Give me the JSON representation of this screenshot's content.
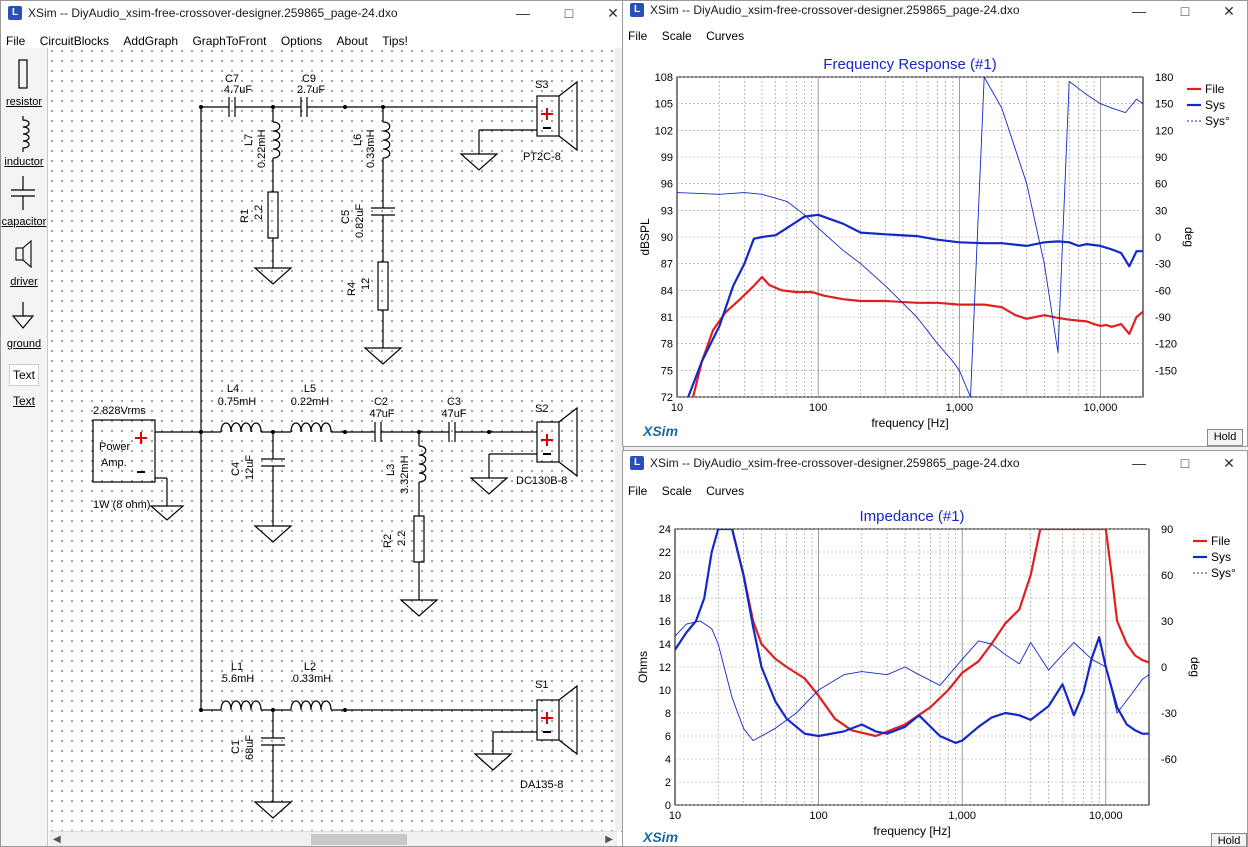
{
  "main_window": {
    "title": "XSim -- DiyAudio_xsim-free-crossover-designer.259865_page-24.dxo",
    "menu": [
      "File",
      "CircuitBlocks",
      "AddGraph",
      "GraphToFront",
      "Options",
      "About",
      "Tips!"
    ],
    "toolbox": [
      {
        "label": "resistor",
        "icon": "resistor-icon"
      },
      {
        "label": "inductor",
        "icon": "inductor-icon"
      },
      {
        "label": "capacitor",
        "icon": "capacitor-icon"
      },
      {
        "label": "driver",
        "icon": "speaker-icon"
      },
      {
        "label": "ground",
        "icon": "ground-icon"
      },
      {
        "label": "Text",
        "icon": "text-icon"
      },
      {
        "label": "Text",
        "icon": "text-link"
      }
    ]
  },
  "schematic": {
    "source": {
      "voltage": "2.828Vrms",
      "line1": "Power",
      "line2": "Amp.",
      "power": "1W (8 ohm)"
    },
    "tweeter": {
      "C7": {
        "name": "C7",
        "value": "4.7uF"
      },
      "C9": {
        "name": "C9",
        "value": "2.7uF"
      },
      "L7": {
        "name": "L7",
        "value": "0.22mH"
      },
      "L6": {
        "name": "L6",
        "value": "0.33mH"
      },
      "R1": {
        "name": "R1",
        "value": "2.2"
      },
      "C5": {
        "name": "C5",
        "value": "0.82uF"
      },
      "R4": {
        "name": "R4",
        "value": "12"
      },
      "driver": {
        "name": "S3",
        "model": "PT2C-8"
      }
    },
    "mid": {
      "L4": {
        "name": "L4",
        "value": "0.75mH"
      },
      "L5": {
        "name": "L5",
        "value": "0.22mH"
      },
      "C2": {
        "name": "C2",
        "value": "47uF"
      },
      "C3": {
        "name": "C3",
        "value": "47uF"
      },
      "C4": {
        "name": "C4",
        "value": "12uF"
      },
      "L3": {
        "name": "L3",
        "value": "3.32mH"
      },
      "R2": {
        "name": "R2",
        "value": "2.2"
      },
      "driver": {
        "name": "S2",
        "model": "DC130B-8"
      }
    },
    "woofer": {
      "L1": {
        "name": "L1",
        "value": "5.6mH"
      },
      "L2": {
        "name": "L2",
        "value": "0.33mH"
      },
      "C1": {
        "name": "C1",
        "value": "68uF"
      },
      "driver": {
        "name": "S1",
        "model": "DA135-8"
      }
    }
  },
  "fr_window": {
    "title": "XSim -- DiyAudio_xsim-free-crossover-designer.259865_page-24.dxo",
    "menu": [
      "File",
      "Scale",
      "Curves"
    ],
    "hold": "Hold",
    "logo": "XSim"
  },
  "imp_window": {
    "title": "XSim -- DiyAudio_xsim-free-crossover-designer.259865_page-24.dxo",
    "menu": [
      "File",
      "Scale",
      "Curves"
    ],
    "hold": "Hold",
    "logo": "XSim"
  },
  "chart_data": [
    {
      "type": "line",
      "title": "Frequency Response (#1)",
      "xlabel": "frequency [Hz]",
      "ylabel": "dBSPL",
      "y2label": "deg",
      "xscale": "log",
      "xlim": [
        10,
        20000
      ],
      "ylim": [
        72,
        108
      ],
      "y2lim": [
        -180,
        180
      ],
      "xticks": [
        "10",
        "100",
        "1,000",
        "10,000"
      ],
      "yticks": [
        "72",
        "75",
        "78",
        "81",
        "84",
        "87",
        "90",
        "93",
        "96",
        "99",
        "102",
        "105",
        "108"
      ],
      "y2ticks": [
        "-150",
        "-120",
        "-90",
        "-60",
        "-30",
        "0",
        "30",
        "60",
        "90",
        "120",
        "150",
        "180"
      ],
      "grid": true,
      "legend_position": "right",
      "legend": [
        {
          "name": "File",
          "color": "#e02020",
          "style": "solid"
        },
        {
          "name": "Sys",
          "color": "#1428c8",
          "style": "solid"
        },
        {
          "name": "Sys°",
          "color": "#1428c8",
          "style": "dashed"
        }
      ],
      "series": [
        {
          "name": "File",
          "color": "#e02020",
          "x": [
            13,
            15,
            18,
            22,
            28,
            35,
            40,
            45,
            55,
            70,
            90,
            110,
            150,
            200,
            300,
            500,
            700,
            1000,
            1500,
            2000,
            2500,
            3000,
            4000,
            5000,
            6000,
            7000,
            8000,
            9000,
            10000,
            11000,
            12000,
            14000,
            16000,
            18000,
            20000
          ],
          "y": [
            72,
            76,
            79.5,
            81.5,
            83,
            84.5,
            85.5,
            84.6,
            84,
            83.8,
            83.8,
            83.4,
            83,
            82.8,
            82.8,
            82.6,
            82.6,
            82.4,
            82.4,
            82.1,
            81.2,
            80.8,
            81.2,
            80.9,
            80.7,
            80.6,
            80.5,
            80.2,
            80,
            80.1,
            79.9,
            80.2,
            79.1,
            81,
            81.6
          ]
        },
        {
          "name": "Sys",
          "color": "#1428c8",
          "x": [
            10,
            12,
            15,
            20,
            25,
            30,
            35,
            40,
            50,
            60,
            80,
            100,
            150,
            200,
            300,
            500,
            700,
            1000,
            1500,
            2000,
            3000,
            4000,
            5000,
            6000,
            7000,
            8000,
            10000,
            12000,
            14000,
            16000,
            18000,
            20000
          ],
          "y": [
            70,
            72,
            76,
            80,
            84.5,
            87,
            89.8,
            90,
            90.2,
            91,
            92.3,
            92.5,
            91.5,
            90.5,
            90.3,
            90.1,
            89.7,
            89.4,
            89.3,
            89.3,
            89,
            89.4,
            89.5,
            89.4,
            89,
            89.2,
            89,
            88.6,
            88.2,
            86.7,
            88.4,
            88.4
          ]
        },
        {
          "name": "Sys°",
          "color": "#1428c8",
          "x": [
            10,
            20,
            30,
            40,
            60,
            80,
            100,
            150,
            200,
            300,
            500,
            700,
            900,
            1000,
            1200,
            1500,
            2000,
            3000,
            4000,
            5000,
            6000,
            8000,
            10000,
            12000,
            15000,
            18000,
            20000
          ],
          "y": [
            50,
            48,
            50,
            48,
            40,
            25,
            10,
            -15,
            -30,
            -55,
            -90,
            -120,
            -140,
            -150,
            -180,
            180,
            145,
            60,
            -30,
            -130,
            175,
            160,
            150,
            145,
            140,
            155,
            150
          ]
        }
      ]
    },
    {
      "type": "line",
      "title": "Impedance (#1)",
      "xlabel": "frequency [Hz]",
      "ylabel": "Ohms",
      "y2label": "deg",
      "xscale": "log",
      "xlim": [
        10,
        20000
      ],
      "ylim": [
        0,
        24
      ],
      "y2lim": [
        -90,
        90
      ],
      "xticks": [
        "10",
        "100",
        "1,000",
        "10,000"
      ],
      "yticks": [
        "0",
        "2",
        "4",
        "6",
        "8",
        "10",
        "12",
        "14",
        "16",
        "18",
        "20",
        "22",
        "24"
      ],
      "y2ticks": [
        "-60",
        "-30",
        "0",
        "30",
        "60",
        "90"
      ],
      "grid": true,
      "legend_position": "right",
      "legend": [
        {
          "name": "File",
          "color": "#e02020",
          "style": "solid"
        },
        {
          "name": "Sys",
          "color": "#1428c8",
          "style": "solid"
        },
        {
          "name": "Sys°",
          "color": "#1428c8",
          "style": "dashed"
        }
      ],
      "series": [
        {
          "name": "File",
          "color": "#e02020",
          "x": [
            25,
            30,
            35,
            40,
            50,
            60,
            80,
            100,
            130,
            170,
            250,
            400,
            600,
            800,
            1000,
            1300,
            1600,
            2000,
            2500,
            3000,
            3500,
            4000,
            5000,
            6000,
            7000,
            8000,
            9000,
            10000,
            11000,
            12000,
            14000,
            16000,
            18000,
            20000
          ],
          "y": [
            24,
            20,
            16,
            14,
            12.7,
            12,
            11,
            9.5,
            7.5,
            6.5,
            6,
            7,
            8.5,
            10,
            11.5,
            12.5,
            14,
            15.8,
            17,
            20,
            24,
            24,
            24,
            24,
            24,
            24,
            24,
            24,
            20,
            16,
            14,
            13,
            12.6,
            12.4
          ]
        },
        {
          "name": "Sys",
          "color": "#1428c8",
          "x": [
            10,
            12,
            14,
            16,
            18,
            20,
            25,
            30,
            35,
            40,
            50,
            60,
            80,
            100,
            150,
            200,
            250,
            300,
            400,
            500,
            700,
            900,
            1000,
            1300,
            1600,
            2000,
            2500,
            3000,
            4000,
            5000,
            6000,
            7000,
            8000,
            9000,
            10000,
            12000,
            14000,
            16000,
            18000,
            20000
          ],
          "y": [
            13.5,
            15,
            16,
            18,
            22,
            24,
            24,
            20,
            15.5,
            12,
            9,
            7.5,
            6.2,
            6,
            6.4,
            7,
            6.4,
            6.2,
            6.8,
            7.8,
            6,
            5.4,
            5.6,
            6.8,
            7.6,
            8,
            7.8,
            7.4,
            8.6,
            10.5,
            7.8,
            9.8,
            12.8,
            14.6,
            12,
            8.5,
            7,
            6.5,
            6.2,
            6.2
          ]
        },
        {
          "name": "Sys°",
          "color": "#1428c8",
          "x": [
            10,
            12,
            15,
            18,
            20,
            25,
            30,
            35,
            40,
            50,
            70,
            100,
            150,
            200,
            300,
            400,
            500,
            700,
            1000,
            1300,
            1600,
            2000,
            2500,
            3000,
            4000,
            5000,
            6000,
            8000,
            10000,
            12000,
            15000,
            18000,
            20000
          ],
          "y": [
            20,
            28,
            30,
            25,
            15,
            -20,
            -40,
            -48,
            -45,
            -40,
            -30,
            -15,
            -5,
            -3,
            -5,
            0,
            -5,
            -12,
            5,
            17,
            15,
            8,
            2,
            16,
            -2,
            8,
            16,
            5,
            0,
            -30,
            -18,
            -8,
            -5
          ]
        }
      ]
    }
  ]
}
